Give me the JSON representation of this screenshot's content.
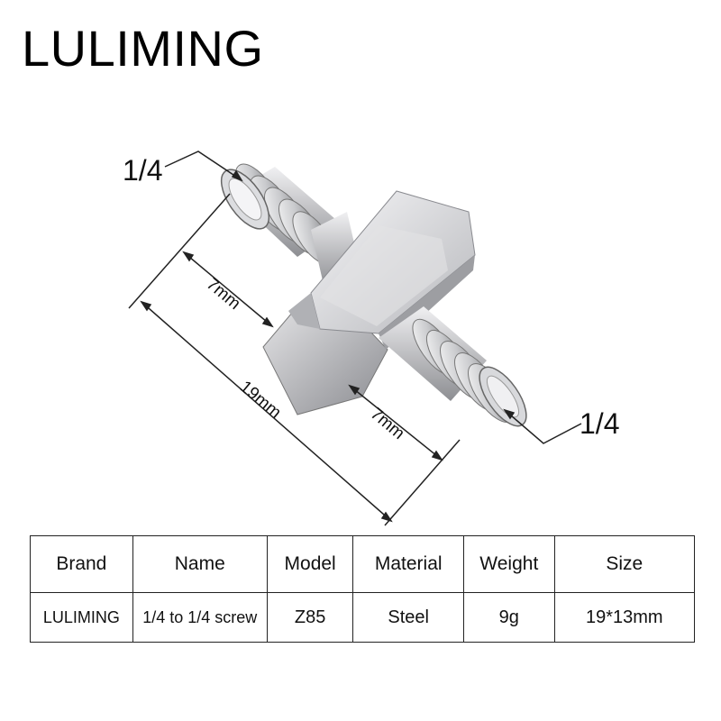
{
  "header": {
    "brand": "LULIMING"
  },
  "diagram": {
    "thread_left": "1/4",
    "thread_right": "1/4",
    "dim_left": "7mm",
    "dim_right": "7mm",
    "dim_total": "19mm",
    "colors": {
      "metal_light": "#f2f2f4",
      "metal_mid": "#b8b9bd",
      "metal_dark": "#6e6f74",
      "line": "#222222"
    }
  },
  "specs": {
    "headers": [
      "Brand",
      "Name",
      "Model",
      "Material",
      "Weight",
      "Size"
    ],
    "values": [
      "LULIMING",
      "1/4 to 1/4 screw",
      "Z85",
      "Steel",
      "9g",
      "19*13mm"
    ]
  }
}
